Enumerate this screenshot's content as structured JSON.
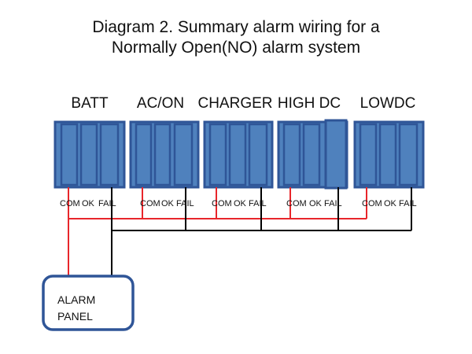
{
  "title": {
    "line1": "Diagram 2. Summary alarm wiring for a",
    "line2": "Normally Open(NO) alarm system"
  },
  "modules": [
    {
      "label": "BATT"
    },
    {
      "label": "AC/ON"
    },
    {
      "label": "CHARGER"
    },
    {
      "label": "HIGH DC"
    },
    {
      "label": "LOWDC"
    }
  ],
  "terminals": {
    "com": "COM",
    "ok": "OK",
    "fail": "FAIL"
  },
  "alarm_panel": {
    "line1": "ALARM",
    "line2": "PANEL"
  },
  "colors": {
    "module_fill": "#4f81bd",
    "module_stroke": "#2f5597",
    "com_wire": "#e8262b",
    "fail_wire": "#000000",
    "panel_stroke": "#2f5597"
  }
}
